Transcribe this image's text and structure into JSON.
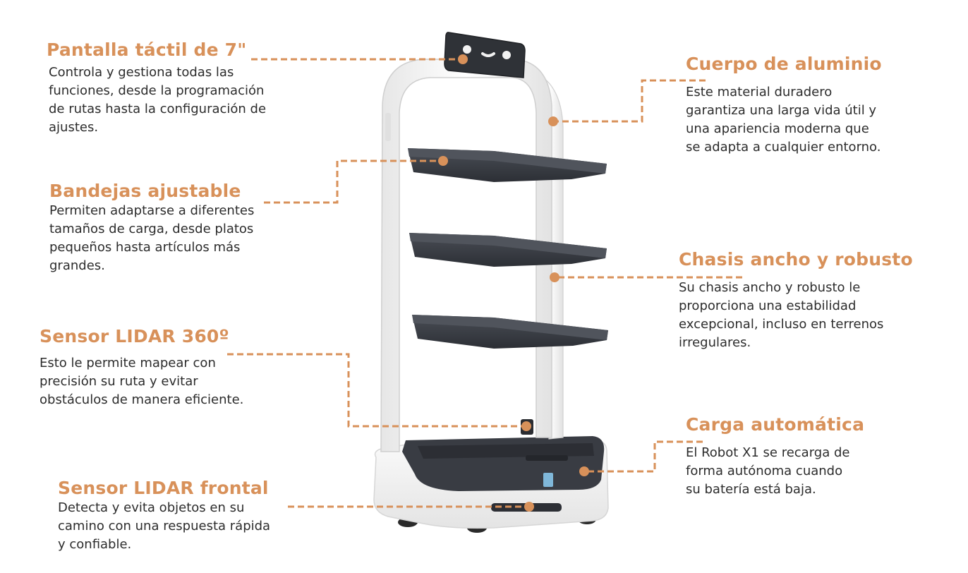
{
  "colors": {
    "accent": "#d8915a",
    "text": "#2c2c2c",
    "robot_white": "#f4f4f4",
    "robot_dark": "#3a3d44"
  },
  "callouts": {
    "touchscreen": {
      "title": "Pantalla táctil de 7\"",
      "lines": [
        "Controla y gestiona todas las",
        "funciones, desde la programación",
        "de rutas hasta la configuración de",
        "ajustes."
      ]
    },
    "trays": {
      "title": "Bandejas ajustable",
      "lines": [
        "Permiten adaptarse a diferentes",
        "tamaños de carga, desde platos",
        "pequeños hasta artículos más",
        "grandes."
      ]
    },
    "lidar360": {
      "title": "Sensor LIDAR 360º",
      "lines": [
        "Esto le permite mapear con",
        "precisión su ruta y evitar",
        "obstáculos de manera eficiente."
      ]
    },
    "lidar_front": {
      "title": "Sensor LIDAR frontal",
      "lines": [
        "Detecta y evita objetos en su",
        "camino con una respuesta rápida",
        "y confiable."
      ]
    },
    "aluminium": {
      "title": "Cuerpo de aluminio",
      "lines": [
        "Este material duradero",
        "garantiza una larga vida útil y",
        "una apariencia moderna que",
        "se adapta a cualquier entorno."
      ]
    },
    "chassis": {
      "title": "Chasis ancho y robusto",
      "lines": [
        "Su chasis ancho y robusto le",
        "proporciona una estabilidad",
        "excepcional, incluso en terrenos",
        "irregulares."
      ]
    },
    "charging": {
      "title": "Carga automática",
      "lines": [
        "El Robot X1 se recarga de",
        "forma autónoma cuando",
        "su batería está baja."
      ]
    }
  }
}
